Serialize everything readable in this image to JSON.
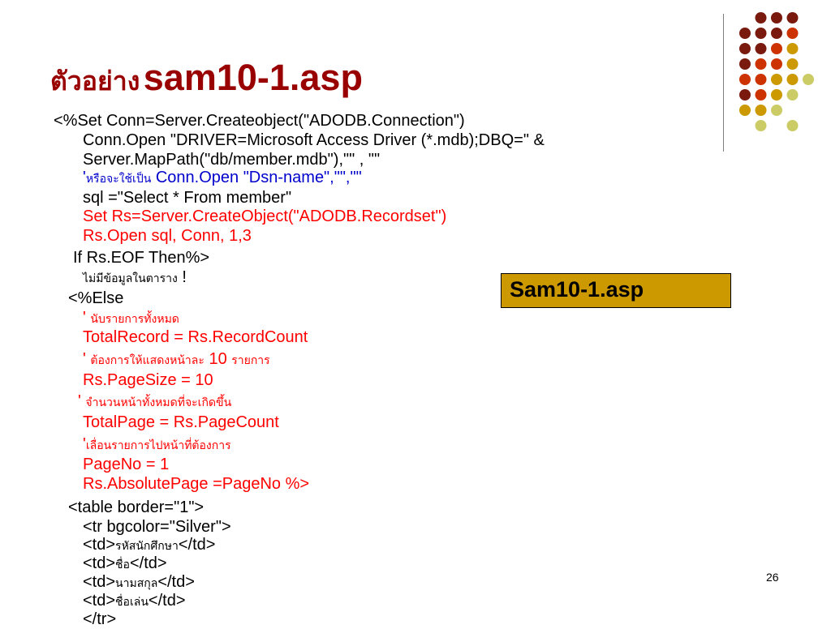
{
  "title": {
    "thai": "ตัวอย่าง",
    "main": "sam10-1.asp"
  },
  "callout": "Sam10-1.asp",
  "page_number": "26",
  "colors": {
    "title": "#990000",
    "red_text": "#ff0000",
    "blue_text": "#0000cc",
    "callout_bg": "#cc9900"
  },
  "code": {
    "set_conn": "<%Set Conn=Server.Createobject(\"ADODB.Connection\")",
    "conn_open": "Conn.Open \"DRIVER=Microsoft Access Driver (*.mdb);DBQ=\" &",
    "server_mappath": "Server.MapPath(\"db/member.mdb\"),\"\" , \"\"",
    "alt_apos": "'",
    "alt_thai": "หรือจะใช้เป็น",
    "alt_code": " Conn.Open \"Dsn-name\",\"\",\"\"",
    "sql": "sql =\"Select * From member\"",
    "set_rs": "Set Rs=Server.CreateObject(\"ADODB.Recordset\")",
    "rs_open": "Rs.Open sql, Conn, 1,3",
    "if_eof": "If Rs.EOF Then%>",
    "no_data_thai": "ไม่มีข้อมูลในตาราง",
    "no_data_excl": " !",
    "else": "<%Else",
    "c1_apos": "' ",
    "c1_thai": "นับรายการทั้งหมด",
    "total_record": "TotalRecord = Rs.RecordCount",
    "c2_apos": "' ",
    "c2_thai_a": "ต้องการให้แสดงหน้าละ",
    "c2_num": " 10 ",
    "c2_thai_b": "รายการ",
    "page_size": "Rs.PageSize = 10",
    "c3_apos": "' ",
    "c3_thai": "จำนวนหน้าทั้งหมดที่จะเกิดขึ้น",
    "total_page": "TotalPage = Rs.PageCount",
    "c4_apos": "'",
    "c4_thai": "เลื่อนรายการไปหน้าที่ต้องการ",
    "page_no": "PageNo = 1",
    "abs_page": "Rs.AbsolutePage =PageNo %>",
    "table_open": "<table border=\"1\">",
    "tr_open": "<tr bgcolor=\"Silver\">",
    "td_open": "<td>",
    "td_close": "</td>",
    "col1": "รหัสนักศึกษา",
    "col2": "ชื่อ",
    "col3": "นามสกุล",
    "col4": "ชื่อเล่น",
    "tr_close": "</tr>"
  }
}
